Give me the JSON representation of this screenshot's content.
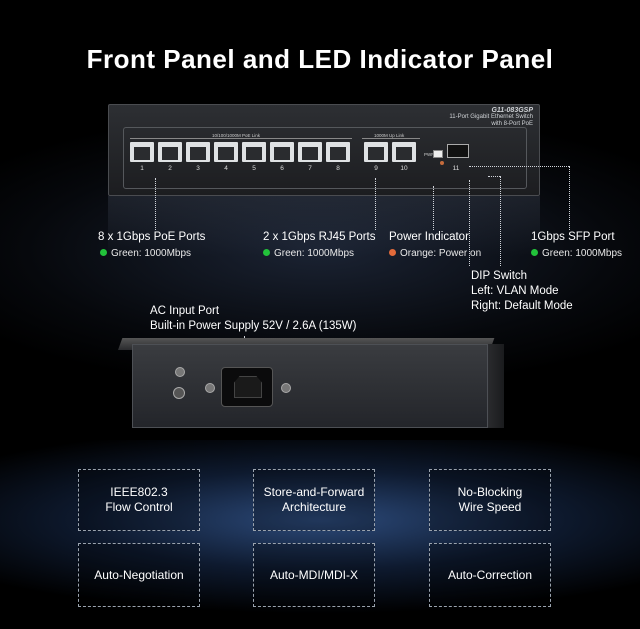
{
  "title": "Front Panel and LED Indicator Panel",
  "switch_front": {
    "model": "G11-083GSP",
    "desc_line1": "11-Port Gigabit Ethernet Switch",
    "desc_line2": "with 8-Port PoE",
    "band_poe": "10/100/1000M PoE Link",
    "band_uplink": "1000M Up Link",
    "pwr_label": "PWR",
    "ports": [
      "1",
      "2",
      "3",
      "4",
      "5",
      "6",
      "7",
      "8",
      "9",
      "10",
      "11"
    ]
  },
  "callouts": {
    "poe": {
      "title": "8 x 1Gbps PoE Ports",
      "status": "Green: 1000Mbps",
      "status_color": "#22c23a"
    },
    "rj45": {
      "title": "2 x 1Gbps RJ45 Ports",
      "status": "Green: 1000Mbps",
      "status_color": "#22c23a"
    },
    "power": {
      "title": "Power Indicator",
      "status": "Orange: Power on",
      "status_color": "#e26a3a"
    },
    "sfp": {
      "title": "1Gbps SFP Port",
      "status": "Green: 1000Mbps",
      "status_color": "#22c23a"
    },
    "dip": {
      "title": "DIP Switch",
      "left": "Left: VLAN Mode",
      "right": "Right: Default Mode"
    },
    "ac": {
      "title": "AC Input Port",
      "spec": "Built-in Power Supply 52V / 2.6A (135W)"
    }
  },
  "features": [
    [
      "IEEE802.3",
      "Flow Control"
    ],
    [
      "Store-and-Forward",
      "Architecture"
    ],
    [
      "No-Blocking",
      "Wire Speed"
    ],
    [
      "Auto-Negotiation"
    ],
    [
      "Auto-MDI/MDI-X"
    ],
    [
      "Auto-Correction"
    ]
  ]
}
